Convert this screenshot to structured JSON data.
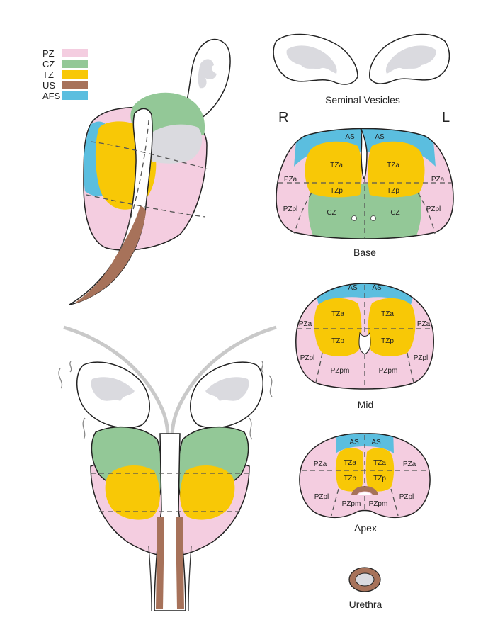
{
  "colors": {
    "pz": "#f4cde0",
    "cz": "#93c897",
    "tz": "#f8c806",
    "us": "#a7725a",
    "afs": "#5bbedf",
    "vesicle_fill": "#ffffff",
    "vesicle_inner": "#dadadf"
  },
  "legend": [
    {
      "key": "pz",
      "label": "PZ"
    },
    {
      "key": "cz",
      "label": "CZ"
    },
    {
      "key": "tz",
      "label": "TZ"
    },
    {
      "key": "us",
      "label": "US"
    },
    {
      "key": "afs",
      "label": "AFS"
    }
  ],
  "labels": {
    "seminal_vesicles": "Seminal Vesicles",
    "right": "R",
    "left": "L",
    "base": "Base",
    "mid": "Mid",
    "apex": "Apex",
    "urethra": "Urethra"
  },
  "base_zones": {
    "as_r": "AS",
    "as_l": "AS",
    "tza_r": "TZa",
    "tza_l": "TZa",
    "tzp_r": "TZp",
    "tzp_l": "TZp",
    "cz_r": "CZ",
    "cz_l": "CZ",
    "pza_r": "PZa",
    "pza_l": "PZa",
    "pzpl_r": "PZpl",
    "pzpl_l": "PZpl"
  },
  "mid_zones": {
    "as_r": "AS",
    "as_l": "AS",
    "tza_r": "TZa",
    "tza_l": "TZa",
    "tzp_r": "TZp",
    "tzp_l": "TZp",
    "pza_r": "PZa",
    "pza_l": "PZa",
    "pzpl_r": "PZpl",
    "pzpl_l": "PZpl",
    "pzpm_r": "PZpm",
    "pzpm_l": "PZpm"
  },
  "apex_zones": {
    "as_r": "AS",
    "as_l": "AS",
    "tza_r": "TZa",
    "tza_l": "TZa",
    "tzp_r": "TZp",
    "tzp_l": "TZp",
    "pza_r": "PZa",
    "pza_l": "PZa",
    "pzpl_r": "PZpl",
    "pzpl_l": "PZpl",
    "pzpm_r": "PZpm",
    "pzpm_l": "PZpm"
  }
}
